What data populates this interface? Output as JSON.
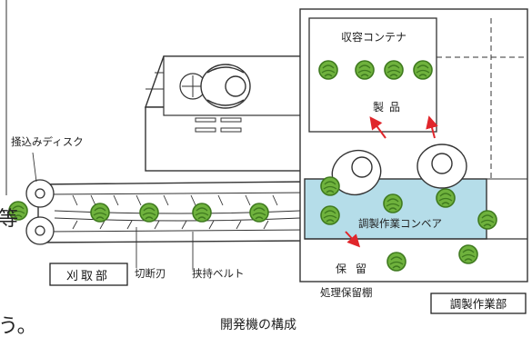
{
  "labels": {
    "container": "収容コンテナ",
    "product": "製品",
    "disc": "掻込みディスク",
    "conveyor": "調製作業コンベア",
    "hold": "保留",
    "harvest_section": "刈取部",
    "cutting_blade": "切断刃",
    "holding_belt": "挟持ベルト",
    "processing_shelf": "処理保留棚",
    "prep_section": "調製作業部",
    "caption": "開発機の構成",
    "edge_text_1": "等",
    "edge_text_2": "う。"
  },
  "colors": {
    "conveyor_fill": "#b5dde9",
    "cabbage": "#6fb23d",
    "cabbage_dark": "#3f7a1f",
    "arrow": "#e0262b",
    "line": "#333333"
  }
}
